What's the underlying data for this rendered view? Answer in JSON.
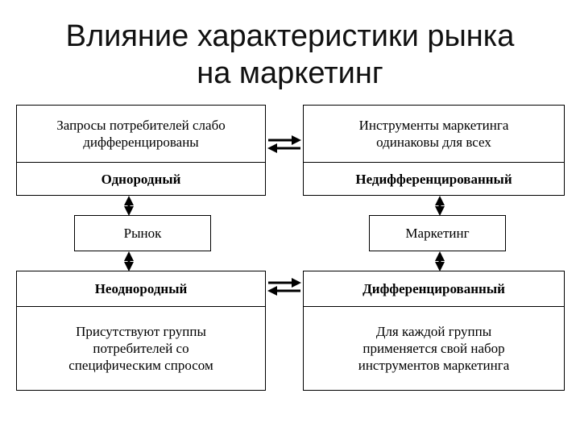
{
  "title": {
    "line1": "Влияние характеристики рынка",
    "line2": "на маркетинг"
  },
  "left_top": {
    "description": "Запросы потребителей слабо дифференцированы",
    "label": "Однородный"
  },
  "right_top": {
    "description": "Инструменты маркетинга одинаковы для всех",
    "label": "Недифференцированный"
  },
  "market": {
    "label": "Рынок"
  },
  "marketing": {
    "label": "Маркетинг"
  },
  "left_bottom": {
    "label": "Неоднородный",
    "description": "Присутствуют группы потребителей со специфическим спросом"
  },
  "right_bottom": {
    "label": "Дифференцированный",
    "description": "Для каждой группы применяется свой набор инструментов маркетинга"
  }
}
